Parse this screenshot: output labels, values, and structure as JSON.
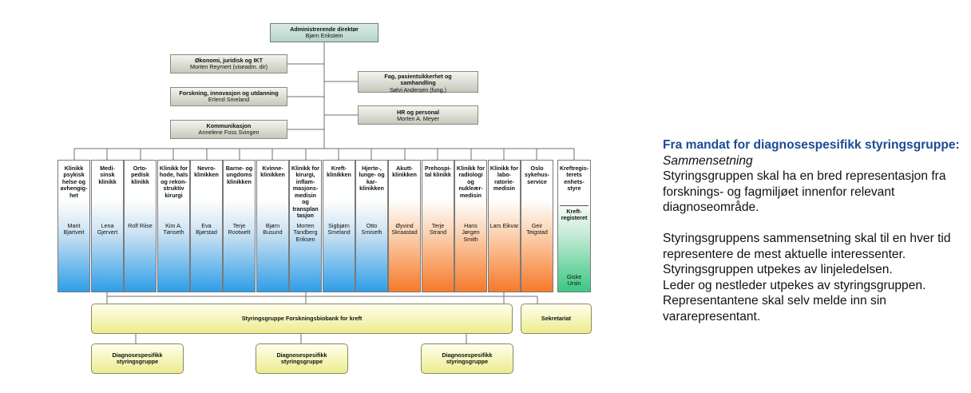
{
  "org": {
    "ceo": {
      "title": "Administrerende direktør",
      "name": "Bjørn Erikstein"
    },
    "staff_left": [
      {
        "title": "Økonomi, juridisk og IKT",
        "name": "Morten Reymert (viseadm. dir)"
      },
      {
        "title": "Forskning, innovasjon og utdanning",
        "name": "Erlend Smeland"
      },
      {
        "title": "Kommunikasjon",
        "name": "Annelene Foss Svingen"
      }
    ],
    "staff_right": [
      {
        "title": "Fag, pasientsikkerhet og samhandling",
        "name": "Sølvi Andersen (fung.)"
      },
      {
        "title": "HR og personal",
        "name": "Morten A. Meyer"
      }
    ],
    "clinics": [
      {
        "title": "Klinikk psykisk helse og avhengig-het",
        "name": "Marit Bjartveit",
        "color": "#2f9ee6"
      },
      {
        "title": "Medi-sinsk klinikk",
        "name": "Lena Gjervert",
        "color": "#2f9ee6"
      },
      {
        "title": "Orto-pedisk klinikk",
        "name": "Rolf Riise",
        "color": "#2f9ee6"
      },
      {
        "title": "Klinikk for hode, hals og rekon-struktiv kirurgi",
        "name": "Kim A. Tønseth",
        "color": "#2f9ee6"
      },
      {
        "title": "Nevro-klinikken",
        "name": "Eva Bjørstad",
        "color": "#2f9ee6"
      },
      {
        "title": "Barne- og ungdoms klinikken",
        "name": "Terje Rootwelt",
        "color": "#2f9ee6"
      },
      {
        "title": "Kvinne-klinikken",
        "name": "Bjørn Busund",
        "color": "#2f9ee6"
      },
      {
        "title": "Klinikk for kirurgi, inflam-masjons-medisin og transplan tasjon",
        "name": "Morten Tandberg Eriksen",
        "color": "#2f9ee6"
      },
      {
        "title": "Kreft-klinikken",
        "name": "Sigbjørn Smeland",
        "color": "#2f9ee6"
      },
      {
        "title": "Hjerte-, lunge- og kar-klinikken",
        "name": "Otto Smiseth",
        "color": "#2f9ee6"
      },
      {
        "title": "Akutt-klinikken",
        "name": "Øyvind Skraastad",
        "color": "#f57a2a"
      },
      {
        "title": "Prehospi-tal klinikk",
        "name": "Terje Strand",
        "color": "#f57a2a"
      },
      {
        "title": "Klinikk for radiologi og nukleær-medisin",
        "name": "Hans Jørgen Smith",
        "color": "#f57a2a"
      },
      {
        "title": "Klinikk for labo-ratorie-medisin",
        "name": "Lars Eikvar",
        "color": "#f57a2a"
      },
      {
        "title": "Oslo sykehus-service",
        "name": "Geir Teigstad",
        "color": "#f57a2a"
      }
    ],
    "kreft": {
      "title": "Kreftregis-terets enhets-styre",
      "subtitle": "Kreft-registeret",
      "name": "Giske Ursin",
      "color": "#3cc784"
    },
    "steering": {
      "label": "Styringsgruppe Forskningsbiobank for kreft",
      "color": "#ecec8e"
    },
    "secretariat": {
      "label": "Sekretariat"
    },
    "diag_groups": [
      "Diagnosespesifikk styringsgruppe",
      "Diagnosespesifikk styringsgruppe",
      "Diagnosespesifikk styringsgruppe"
    ]
  },
  "mandate": {
    "heading": "Fra mandat for diagnosespesifikk styringsgruppe:",
    "subheading": "Sammensetning",
    "para1": "Styringsgruppen skal ha en bred representasjon fra forsknings- og fagmiljøet innenfor relevant diagnoseområde.",
    "para2": "Styringsgruppens sammensetning skal til en hver tid representere de mest aktuelle interessenter.",
    "para3": "Styringsgruppen utpekes av linjeledelsen.",
    "para4": "Leder og nestleder utpekes av styringsgruppen.",
    "para5": "Representantene skal selv melde inn sin vararepresentant.",
    "heading_color": "#1a4c92"
  }
}
